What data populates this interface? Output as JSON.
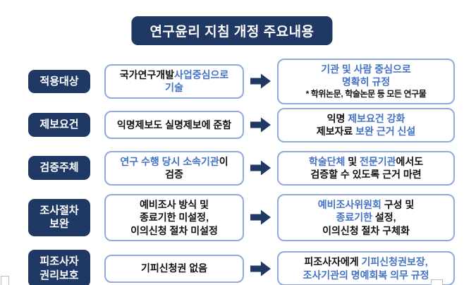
{
  "title": "연구윤리 지침 개정 주요내용",
  "colors": {
    "navy": "#1f3864",
    "box_border_blue": "#8faadc",
    "blue_text": "#4472c4",
    "dark_text": "#111111"
  },
  "icons": {
    "row_arrow": "arrow-right-block"
  },
  "rows": [
    {
      "label_lines": [
        "적용대상"
      ],
      "before_lines": [
        {
          "segments": [
            {
              "text": "국가연구개발",
              "color": "dark"
            },
            {
              "text": "사업중심으로",
              "color": "blue"
            }
          ]
        },
        {
          "segments": [
            {
              "text": "기술",
              "color": "blue"
            }
          ]
        }
      ],
      "after_lines": [
        {
          "segments": [
            {
              "text": "기관 및 사람 중심으로",
              "color": "blue"
            }
          ]
        },
        {
          "segments": [
            {
              "text": "명확히 규정",
              "color": "blue"
            }
          ]
        },
        {
          "segments": [
            {
              "text": "* 학위논문, 학술논문 등 모든 연구물",
              "color": "dark"
            }
          ],
          "small": true
        }
      ]
    },
    {
      "label_lines": [
        "제보요건"
      ],
      "before_lines": [
        {
          "segments": [
            {
              "text": "익명제보도 실명제보에 준함",
              "color": "dark"
            }
          ]
        }
      ],
      "after_lines": [
        {
          "segments": [
            {
              "text": "익명 ",
              "color": "dark"
            },
            {
              "text": "제보요건 강화",
              "color": "blue"
            }
          ]
        },
        {
          "segments": [
            {
              "text": "제보자료 ",
              "color": "dark"
            },
            {
              "text": "보완 근거 신설",
              "color": "blue"
            }
          ]
        }
      ]
    },
    {
      "label_lines": [
        "검증주체"
      ],
      "before_lines": [
        {
          "segments": [
            {
              "text": "연구 수행 당시 소속기관",
              "color": "blue"
            },
            {
              "text": "이",
              "color": "dark"
            }
          ]
        },
        {
          "segments": [
            {
              "text": "검증",
              "color": "dark"
            }
          ]
        }
      ],
      "after_lines": [
        {
          "segments": [
            {
              "text": "학술단체",
              "color": "blue"
            },
            {
              "text": " 및 ",
              "color": "dark"
            },
            {
              "text": "전문기관",
              "color": "blue"
            },
            {
              "text": "에서도",
              "color": "dark"
            }
          ]
        },
        {
          "segments": [
            {
              "text": "검증할 수 있도록 근거 마련",
              "color": "dark"
            }
          ]
        }
      ]
    },
    {
      "label_lines": [
        "조사절차",
        "보완"
      ],
      "before_lines": [
        {
          "segments": [
            {
              "text": "예비조사 방식 및",
              "color": "dark"
            }
          ]
        },
        {
          "segments": [
            {
              "text": "종료기한 미설정,",
              "color": "dark"
            }
          ]
        },
        {
          "segments": [
            {
              "text": "이의신청 절차 미설정",
              "color": "dark"
            }
          ]
        }
      ],
      "after_lines": [
        {
          "segments": [
            {
              "text": "예비조사위원회",
              "color": "blue"
            },
            {
              "text": " 구성 및",
              "color": "dark"
            }
          ]
        },
        {
          "segments": [
            {
              "text": "종료기한",
              "color": "blue"
            },
            {
              "text": " 설정,",
              "color": "dark"
            }
          ]
        },
        {
          "segments": [
            {
              "text": "이의신청 절차 구체화",
              "color": "dark"
            }
          ]
        }
      ]
    },
    {
      "label_lines": [
        "피조사자",
        "권리보호"
      ],
      "before_lines": [
        {
          "segments": [
            {
              "text": "기피신청권 없음",
              "color": "dark"
            }
          ]
        }
      ],
      "after_lines": [
        {
          "segments": [
            {
              "text": "피조사자에게 ",
              "color": "dark"
            },
            {
              "text": "기피신청권보장,",
              "color": "blue"
            }
          ]
        },
        {
          "segments": [
            {
              "text": "조사기관의 명예회복 의무 규정",
              "color": "blue"
            }
          ]
        }
      ]
    }
  ]
}
